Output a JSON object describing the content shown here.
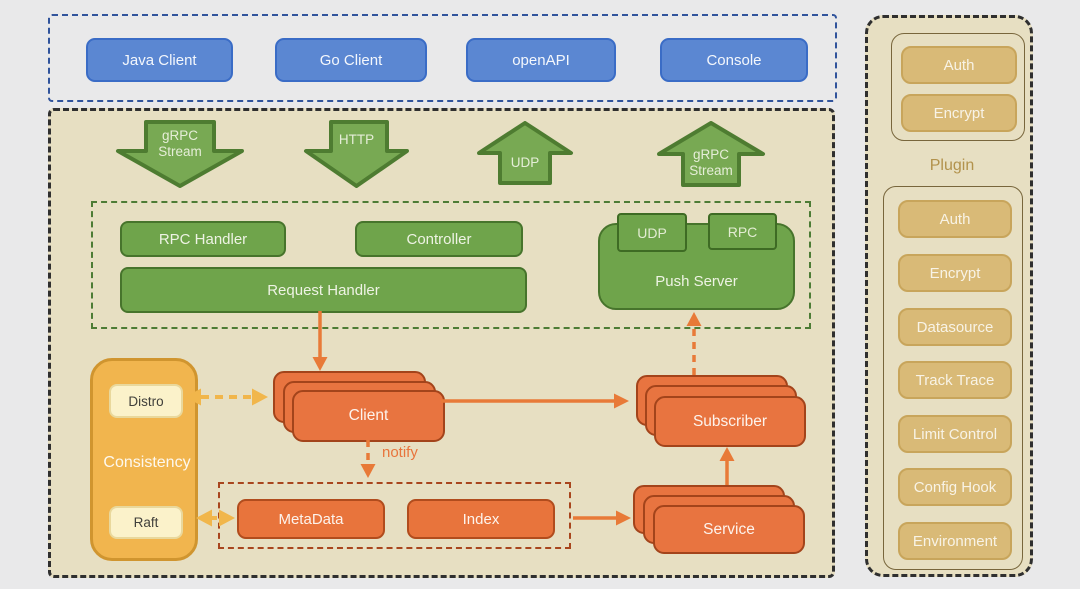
{
  "client_layer": {
    "boxes": [
      "Java Client",
      "Go Client",
      "openAPI",
      "Console"
    ]
  },
  "transport_arrows": [
    {
      "label": "gRPC Stream",
      "direction": "down"
    },
    {
      "label": "HTTP",
      "direction": "down"
    },
    {
      "label": "UDP",
      "direction": "up"
    },
    {
      "label": "gRPC Stream",
      "direction": "up"
    }
  ],
  "handler_layer": {
    "rpc_handler": "RPC Handler",
    "controller": "Controller",
    "request_handler": "Request Handler",
    "push_server": "Push Server",
    "push_server_ports": [
      "UDP",
      "RPC"
    ]
  },
  "core": {
    "consistency": {
      "label": "Consistency",
      "protocols": [
        "Distro",
        "Raft"
      ]
    },
    "client_stack": "Client",
    "subscriber_stack": "Subscriber",
    "service_stack": "Service",
    "metadata": "MetaData",
    "index": "Index",
    "notify_label": "notify"
  },
  "plugin_panel": {
    "title": "Plugin",
    "top_plugins": [
      "Auth",
      "Encrypt"
    ],
    "plugins": [
      "Auth",
      "Encrypt",
      "Datasource",
      "Track Trace",
      "Limit Control",
      "Config Hook",
      "Environment"
    ]
  },
  "colors": {
    "green": "#6fa44b",
    "green_border": "#47742c",
    "orange": "#e87440",
    "orange_border": "#a3441b",
    "blue": "#5b87d2",
    "blue_border": "#3a6cc6",
    "gold": "#f1b54e",
    "cream": "#fbf2ca",
    "tan": "#d9ba77",
    "beige_background": "#e7dfc2",
    "yellow_arrow": "#f1b64b",
    "orange_arrow": "#e87a38"
  }
}
